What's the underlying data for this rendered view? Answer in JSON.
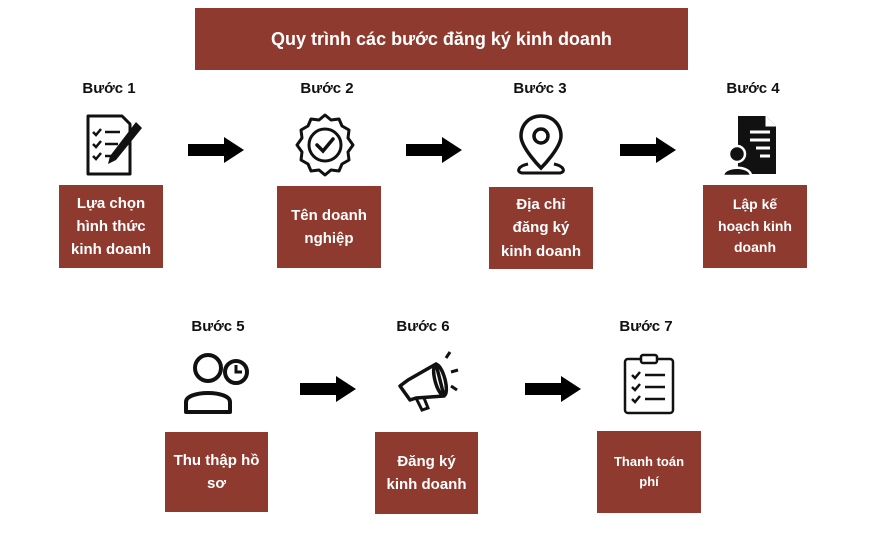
{
  "title": "Quy trình các bước đăng ký kinh doanh",
  "steps": [
    {
      "label": "Bước 1",
      "text": "Lựa chọn hình thức kinh doanh",
      "icon": "form-pen-icon"
    },
    {
      "label": "Bước 2",
      "text": "Tên doanh nghiệp",
      "icon": "badge-check-icon"
    },
    {
      "label": "Bước 3",
      "text": "Địa chỉ đăng ký kinh doanh",
      "icon": "location-pin-icon"
    },
    {
      "label": "Bước 4",
      "text": "Lập kế hoạch kinh doanh",
      "icon": "document-user-icon"
    },
    {
      "label": "Bước 5",
      "text": "Thu thập hồ sơ",
      "icon": "user-clock-icon"
    },
    {
      "label": "Bước 6",
      "text": "Đăng ký kinh doanh",
      "icon": "megaphone-icon"
    },
    {
      "label": "Bước 7",
      "text": "Thanh toán phí",
      "icon": "clipboard-checklist-icon"
    }
  ],
  "colors": {
    "box": "#8f3a2f",
    "box_text": "#ffffff",
    "arrow": "#000000"
  }
}
